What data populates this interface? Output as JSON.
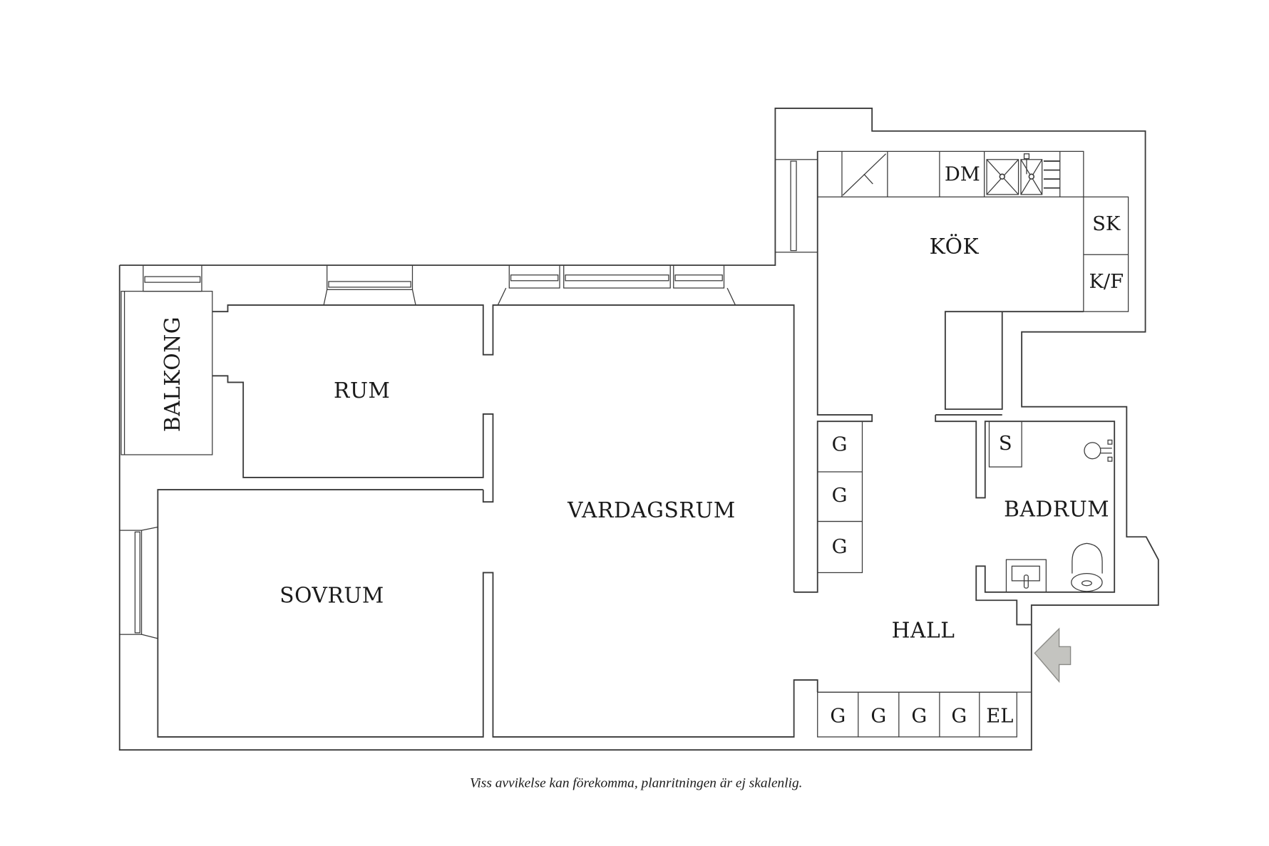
{
  "floor_plan": {
    "rooms": [
      {
        "id": "balkong",
        "label": "BALKONG"
      },
      {
        "id": "rum",
        "label": "RUM"
      },
      {
        "id": "vardagsrum",
        "label": "VARDAGSRUM"
      },
      {
        "id": "sovrum",
        "label": "SOVRUM"
      },
      {
        "id": "kok",
        "label": "KÖK"
      },
      {
        "id": "badrum",
        "label": "BADRUM"
      },
      {
        "id": "hall",
        "label": "HALL"
      }
    ],
    "fixtures": {
      "kitchen_dishwasher": "DM",
      "kitchen_cabinet_sk": "SK",
      "kitchen_fridge_freezer": "K/F",
      "bath_storage": "S",
      "wardrobes_side": [
        "G",
        "G",
        "G"
      ],
      "wardrobes_bottom": [
        "G",
        "G",
        "G",
        "G"
      ],
      "electrical_cabinet": "EL"
    },
    "entrance_icon": "entrance-arrow-icon",
    "caption": "Viss avvikelse kan förekomma, planritningen är ej skalenlig."
  },
  "colors": {
    "walls": "#3a3a3a",
    "text": "#1a1a1a",
    "entrance_arrow": "#c4c4c0",
    "background": "#ffffff"
  }
}
